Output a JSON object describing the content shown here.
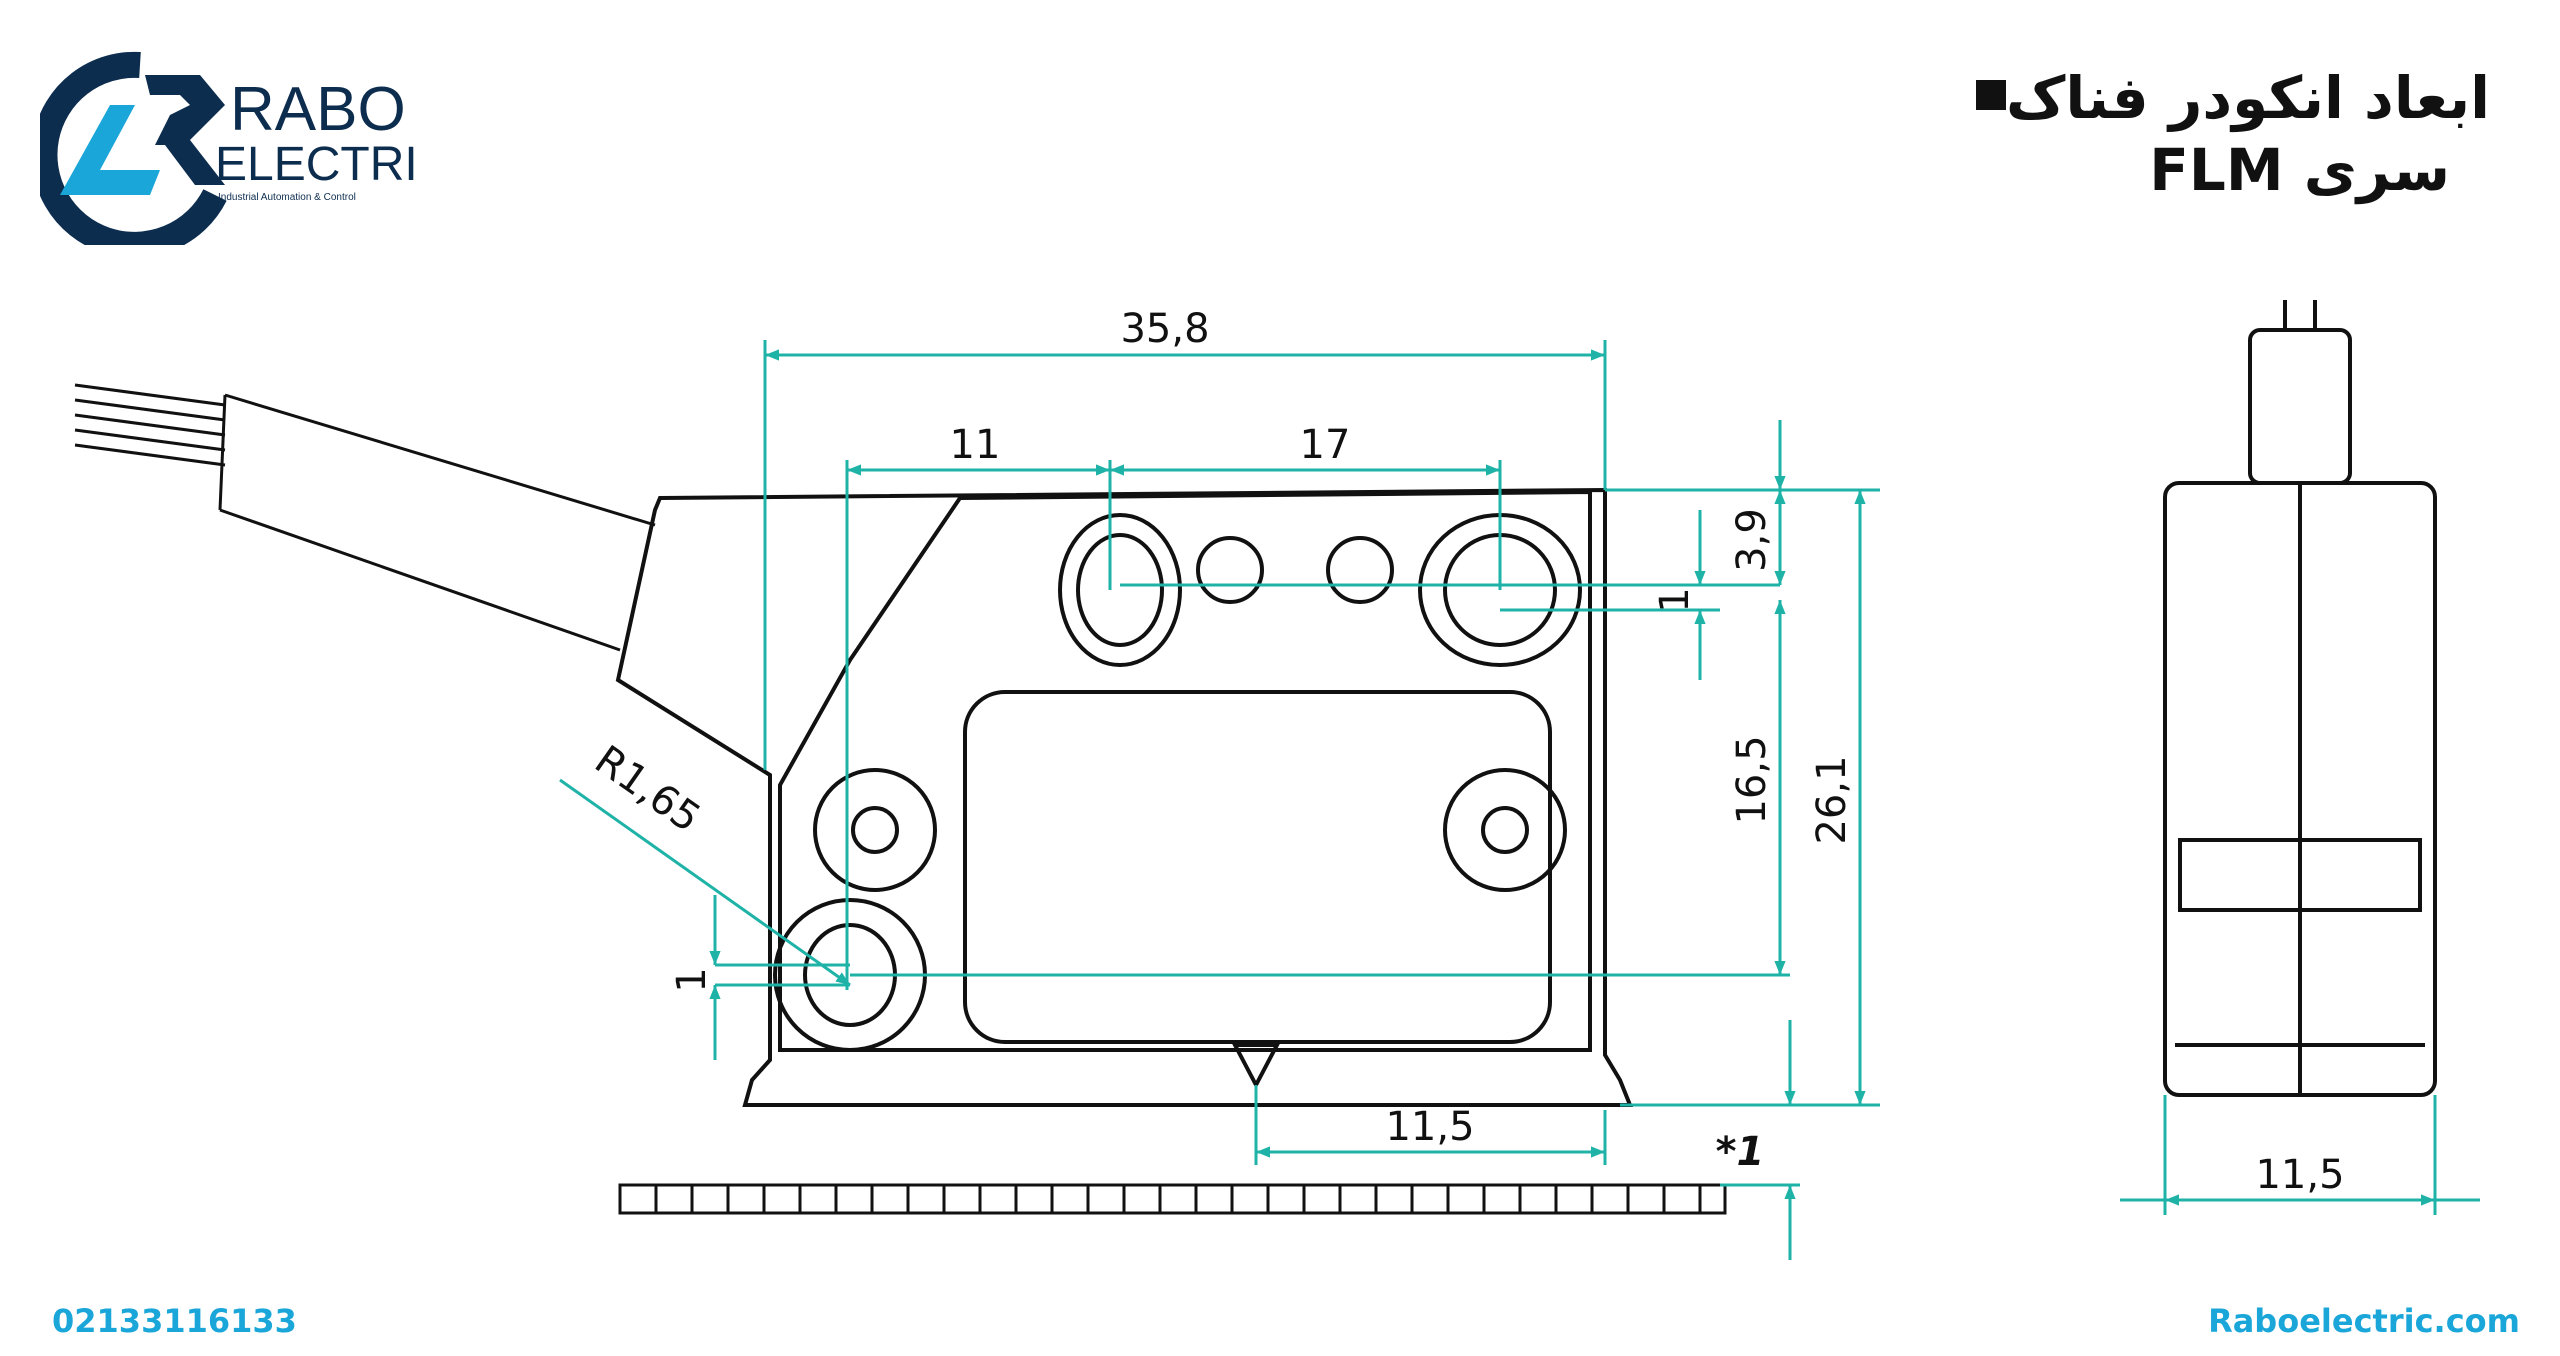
{
  "header": {
    "title_line1": "ابعاد انکودر فناک",
    "title_line2": "سری FLM"
  },
  "logo": {
    "name": "RABO",
    "name2": "ELECTRIC",
    "tagline": "Industrial Automation & Control"
  },
  "footer": {
    "phone": "02133116133",
    "website": "Raboelectric.com"
  },
  "dimensions": {
    "overall_width": "35,8",
    "hole_offset": "11",
    "hole_spacing": "17",
    "top_offset": "3,9",
    "hole_small_offset": "1",
    "vertical_spacing": "16,5",
    "overall_height": "26,1",
    "radius": "R1,65",
    "left_offset": "1",
    "bottom_offset": "11,5",
    "note": "*1",
    "side_width": "11,5"
  },
  "colors": {
    "dimension": "#1fb3a8",
    "line": "#111111",
    "brand": "#1aa6d9"
  }
}
